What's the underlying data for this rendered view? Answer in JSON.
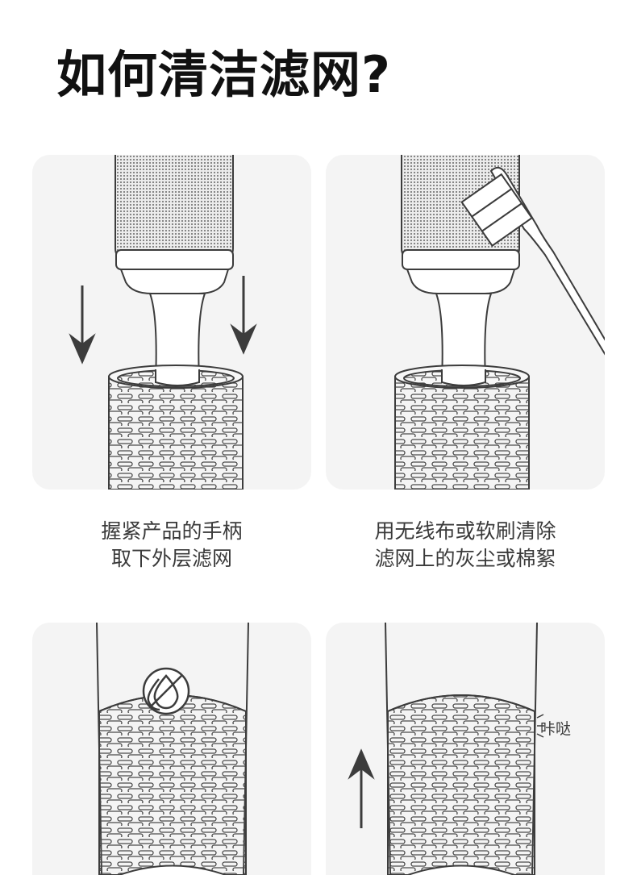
{
  "title": "如何清洁滤网?",
  "steps": [
    {
      "line1": "握紧产品的手柄",
      "line2": "取下外层滤网",
      "icon": "remove-filter"
    },
    {
      "line1": "用无线布或软刷清除",
      "line2": "滤网上的灰尘或棉絮",
      "icon": "toothbrush"
    },
    {
      "icon": "no-water-icon"
    },
    {
      "sound": "咔哒",
      "icon": "arrow-up"
    }
  ],
  "colors": {
    "line": "#3c3c3c",
    "panel": "#f4f4f4",
    "filter": "#f7f7f7"
  }
}
